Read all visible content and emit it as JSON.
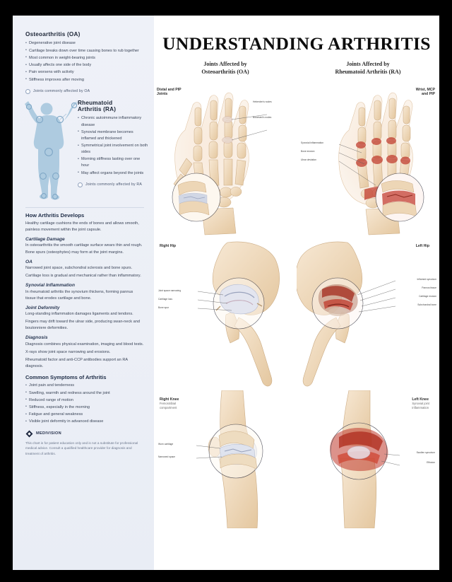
{
  "poster": {
    "title": "UNDERSTANDING ARTHRITIS",
    "column_headings": [
      "Joints Affected by\nOsteoarthritis (OA)",
      "Joints Affected by\nRheumatoid Arthritis (RA)"
    ]
  },
  "sidebar": {
    "oa": {
      "heading": "Osteoarthritis (OA)",
      "bullets": [
        "Degenerative joint disease",
        "Cartilage breaks down over time causing bones to rub together",
        "Most common in weight-bearing joints",
        "Usually affects one side of the body",
        "Pain worsens with activity",
        "Stiffness improves after moving"
      ],
      "legend": "Joints commonly affected by OA"
    },
    "ra": {
      "heading": "Rheumatoid\nArthritis (RA)",
      "bullets": [
        "Chronic autoimmune inflammatory disease",
        "Synovial membrane becomes inflamed and thickened",
        "Symmetrical joint involvement on both sides",
        "Morning stiffness lasting over one hour",
        "May affect organs beyond the joints"
      ],
      "legend": "Joints commonly affected by RA"
    },
    "sections": [
      {
        "heading": "How Arthritis Develops",
        "paragraphs": [
          "Healthy cartilage cushions the ends of bones and allows smooth, painless movement within the joint capsule."
        ],
        "subsections": [
          {
            "heading": "Cartilage Damage",
            "paragraphs": [
              "In osteoarthritis the smooth cartilage surface wears thin and rough. Bone spurs (osteophytes) may form at the joint margins."
            ]
          },
          {
            "heading": "OA",
            "paragraphs": [
              "Narrowed joint space, subchondral sclerosis and bone spurs.",
              "Cartilage loss is gradual and mechanical rather than inflammatory."
            ]
          },
          {
            "heading": "Synovial Inflammation",
            "paragraphs": [
              "In rheumatoid arthritis the synovium thickens, forming pannus tissue that erodes cartilage and bone."
            ]
          },
          {
            "heading": "Joint Deformity",
            "paragraphs": [
              "Long-standing inflammation damages ligaments and tendons.",
              "Fingers may drift toward the ulnar side, producing swan-neck and boutonniere deformities."
            ]
          },
          {
            "heading": "Diagnosis",
            "paragraphs": [
              "Diagnosis combines physical examination, imaging and blood tests.",
              "X-rays show joint space narrowing and erosions.",
              "Rheumatoid factor and anti-CCP antibodies support an RA diagnosis."
            ]
          }
        ]
      },
      {
        "heading": "Common Symptoms of Arthritis",
        "bullets": [
          "Joint pain and tenderness",
          "Swelling, warmth and redness around the joint",
          "Reduced range of motion",
          "Stiffness, especially in the morning",
          "Fatigue and general weakness",
          "Visible joint deformity in advanced disease"
        ]
      }
    ],
    "footer": {
      "brand": "MEDIVISION",
      "note": "This chart is for patient education only and is not a substitute for professional medical advice. Consult a qualified healthcare provider for diagnosis and treatment of arthritis."
    }
  },
  "figures": {
    "hands": {
      "oa_label": "Distal and PIP\nJoints",
      "ra_label": "Wrist, MCP\nand PIP",
      "oa_callouts": [
        "Heberden's nodes",
        "Bouchard's nodes"
      ],
      "ra_callouts": [
        "Synovial inflammation",
        "Bone erosion",
        "Ulnar deviation"
      ]
    },
    "hips": {
      "oa_label": "Right Hip",
      "ra_label": "Left Hip",
      "oa_callouts": [
        "Joint space narrowing",
        "Cartilage loss",
        "Bone spur"
      ],
      "ra_callouts": [
        "Inflamed synovium",
        "Pannus tissue",
        "Cartilage erosion",
        "Subchondral bone"
      ]
    },
    "knees": {
      "oa_label": "Right Knee",
      "oa_sub": "Femorotibial\ncompartment",
      "ra_label": "Left Knee",
      "ra_sub": "Synovial joint\ninflammation",
      "oa_callouts": [
        "Worn cartilage",
        "Narrowed space"
      ],
      "ra_callouts": [
        "Swollen synovium",
        "Effusion"
      ]
    }
  },
  "colors": {
    "bone": "#efd9bd",
    "cartilage": "#dfe2ec",
    "inflammation": "#c0392b",
    "sidebar_bg": "#eef1f8",
    "figure_blue": "#aecbe0"
  }
}
